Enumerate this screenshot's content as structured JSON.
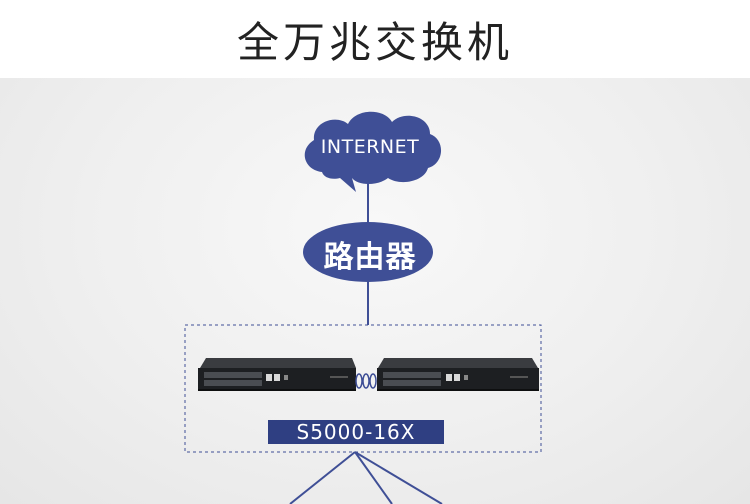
{
  "header": {
    "title": "全万兆交换机"
  },
  "topology": {
    "cloud_label": "INTERNET",
    "router_label": "路由器",
    "switch_model": "S5000-16X"
  },
  "colors": {
    "node_fill": "#3f4f96",
    "line": "#3f4f96",
    "label_bg": "#2f3f82",
    "switch_body": "#1d1f22"
  }
}
